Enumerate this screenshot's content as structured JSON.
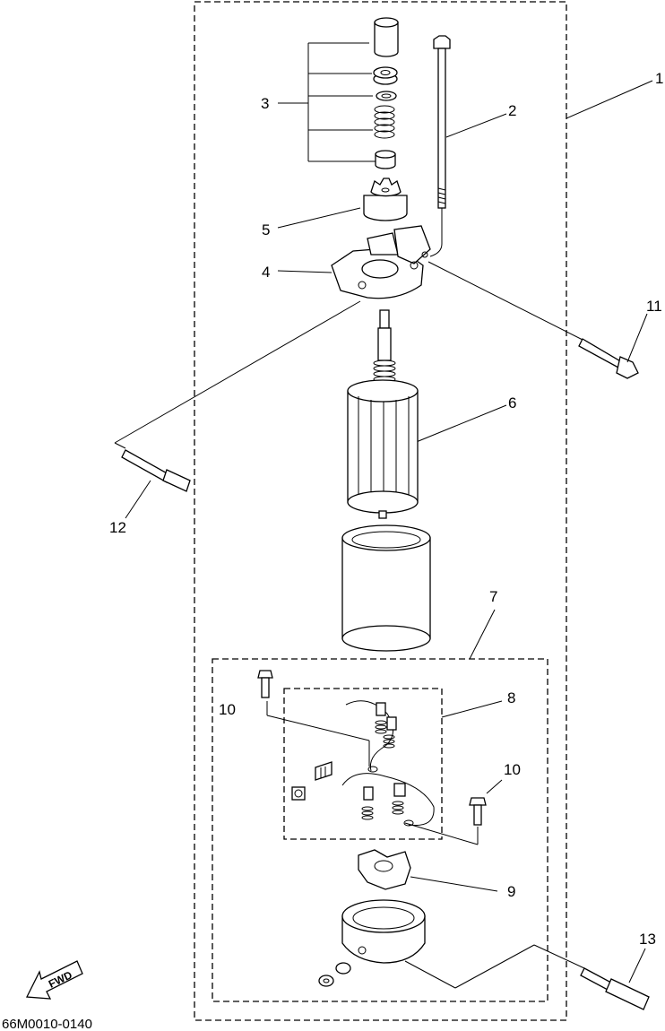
{
  "diagram": {
    "drawing_code": "66M0010-0140",
    "direction_label": "FWD",
    "callouts": [
      "1",
      "2",
      "3",
      "4",
      "5",
      "6",
      "7",
      "8",
      "9",
      "10",
      "10",
      "11",
      "12",
      "13"
    ]
  }
}
